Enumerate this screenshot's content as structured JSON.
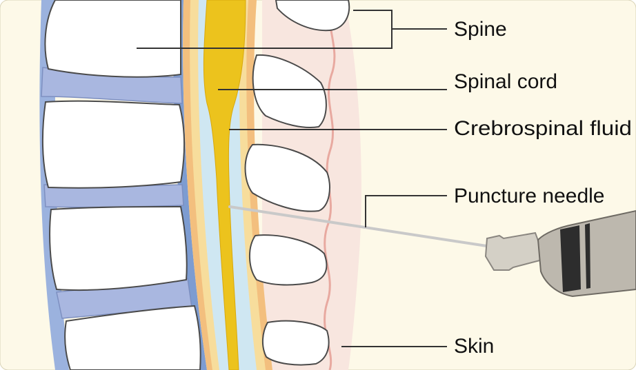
{
  "labels": {
    "spine": "Spine",
    "spinal_cord": "Spinal cord",
    "csf": "Crebrospinal fluid",
    "needle": "Puncture needle",
    "skin": "Skin"
  },
  "colors": {
    "background": "#fdf9e8",
    "vertebra": "#ffffff",
    "vertebra_outline": "#4a4a4a",
    "disc": "#a9b7e0",
    "ligament": "#7d9cd1",
    "spinal_cord": "#ecc31d",
    "csf": "#cfe7f2",
    "dura_orange": "#f3bf7e",
    "skin_layer": "#f6dcd2",
    "fat_layer": "#f8e6df",
    "needle": "#c9c9c9",
    "syringe_body": "#bdb8ae",
    "syringe_band": "#2d2d2d",
    "leader_line": "#333333"
  }
}
